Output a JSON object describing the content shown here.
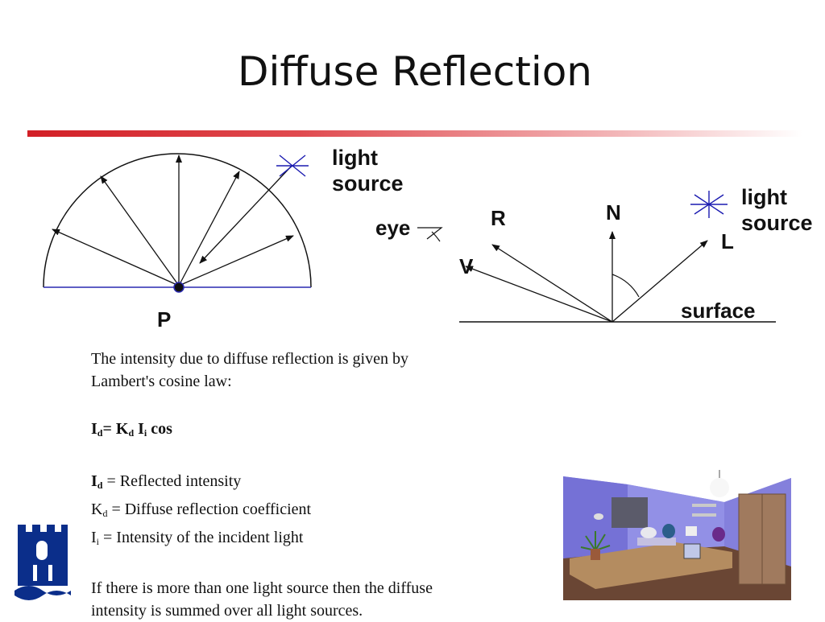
{
  "slide": {
    "title": "Diffuse Reflection"
  },
  "left_diagram": {
    "light_source_line1": "light",
    "light_source_line2": "source",
    "point_label": "P"
  },
  "right_diagram": {
    "eye_label": "eye",
    "r_label": "R",
    "n_label": "N",
    "v_label": "V",
    "l_label": "L",
    "light_source_line1": "light",
    "light_source_line2": "source",
    "surface_label": "surface"
  },
  "body": {
    "intro_line1": "The intensity due to diffuse reflection is given by",
    "intro_line2": "Lambert's cosine law:",
    "formula": {
      "id_base": "I",
      "id_sub": "d",
      "eq_k": "= K",
      "kd_sub": "d",
      "i_base": " I",
      "i_sub": "i",
      "cos": " cos"
    },
    "defs": [
      {
        "base": "I",
        "sub": "d",
        "text": " = Reflected intensity"
      },
      {
        "base": "K",
        "sub": "d",
        "text": " = Diffuse reflection coefficient"
      },
      {
        "base": "I",
        "sub": "i",
        "text": " = Intensity of the incident light"
      }
    ],
    "outro_line1": "If there is more than one light source then the diffuse",
    "outro_line2": "intensity is summed over all light sources."
  },
  "colors": {
    "title_bar_red": "#d21f26",
    "surface_blue": "#1a1aa8",
    "logo_blue": "#0b2e8a",
    "room_wall": "#8a87e0"
  },
  "icons": {
    "light": "star-burst-icon",
    "eye": "eye-icon",
    "logo": "castle-tower-logo"
  }
}
